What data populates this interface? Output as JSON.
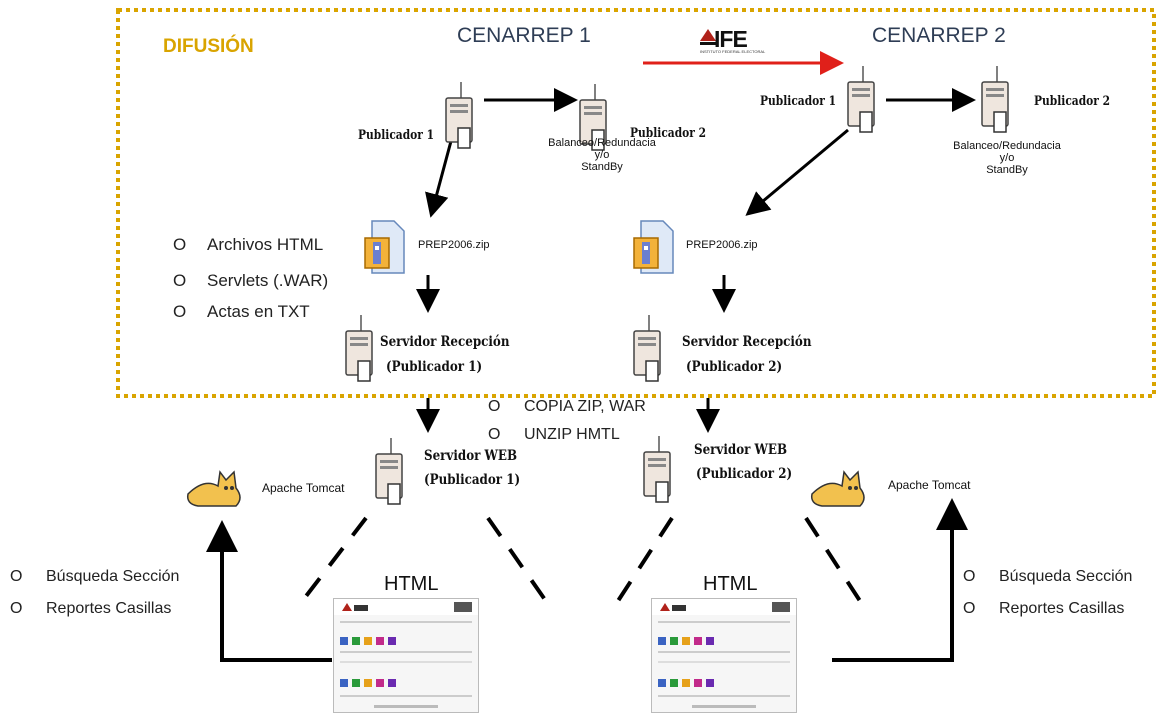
{
  "difusion": {
    "label": "DIFUSIÓN"
  },
  "header": {
    "cenarrep_1": "CENARREP 1",
    "cenarrep_2": "CENARREP 2",
    "logo_text": "IFE",
    "logo_subtitle": "INSTITUTO FEDERAL ELECTORAL"
  },
  "site1": {
    "publicador_1": "Publicador 1",
    "publicador_2": "Publicador 2",
    "pub2_note_line1": "Balanceo/Redundacia",
    "pub2_note_line2": "y/o",
    "pub2_note_line3": "StandBy",
    "zip_name": "PREP2006.zip",
    "recepcion_line1": "Servidor Recepción",
    "recepcion_line2": "(Publicador 1)",
    "web_line1": "Servidor WEB",
    "web_line2": "(Publicador 1)",
    "tomcat": "Apache Tomcat",
    "html_label": "HTML"
  },
  "site2": {
    "publicador_1": "Publicador 1",
    "publicador_2": "Publicador 2",
    "pub2_note_line1": "Balanceo/Redundacia",
    "pub2_note_line2": "y/o",
    "pub2_note_line3": "StandBy",
    "zip_name": "PREP2006.zip",
    "recepcion_line1": "Servidor Recepción",
    "recepcion_line2": "(Publicador 2)",
    "web_line1": "Servidor WEB",
    "web_line2": "(Publicador 2)",
    "tomcat": "Apache Tomcat",
    "html_label": "HTML"
  },
  "zip_contents": {
    "bullet": "O",
    "items": [
      "Archivos HTML",
      "Servlets (.WAR)",
      "Actas en TXT"
    ]
  },
  "web_steps": {
    "bullet": "O",
    "items": [
      "COPIA ZIP, WAR",
      "UNZIP HMTL"
    ]
  },
  "features": {
    "bullet": "O",
    "items": [
      "Búsqueda Sección",
      "Reportes Casillas"
    ]
  },
  "colors": {
    "dotted_border": "#d9a400",
    "difusion_label": "#d9a400",
    "cenarrep_text": "#2e3d55",
    "replication_arrow": "#e0201a",
    "flow_arrow": "#000000"
  }
}
